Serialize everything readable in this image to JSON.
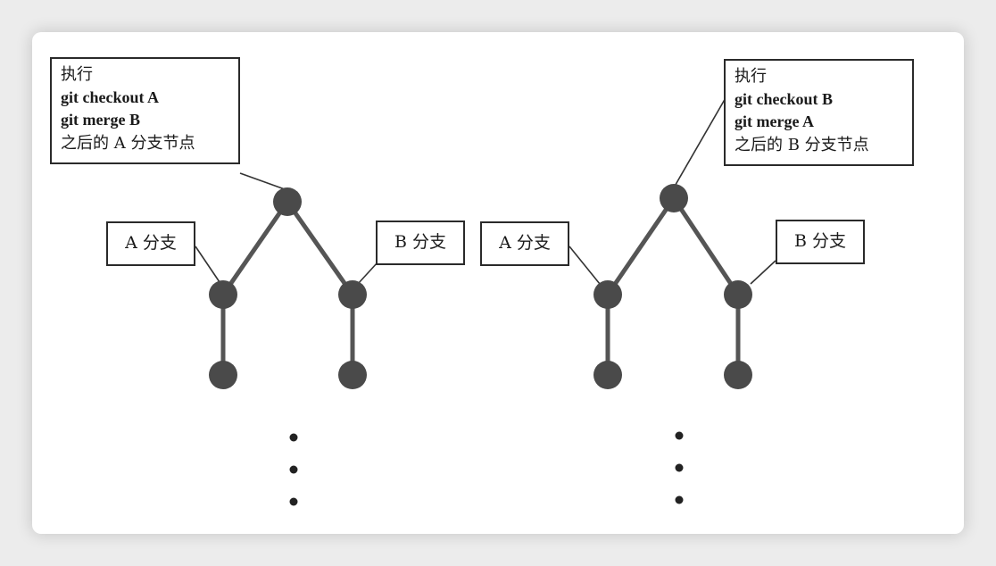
{
  "left_diagram": {
    "merge_box": {
      "line1": "执行",
      "line2": "git checkout A",
      "line3": "git merge B",
      "line4": "之后的 A 分支节点"
    },
    "branch_a_label": "A 分支",
    "branch_b_label": "B 分支"
  },
  "right_diagram": {
    "merge_box": {
      "line1": "执行",
      "line2": "git checkout B",
      "line3": "git merge A",
      "line4": "之后的 B 分支节点"
    },
    "branch_a_label": "A 分支",
    "branch_b_label": "B 分支"
  },
  "colors": {
    "node": "#4a4a4a",
    "edge": "#555555",
    "leader": "#333333",
    "box_border": "#2a2a2a"
  }
}
